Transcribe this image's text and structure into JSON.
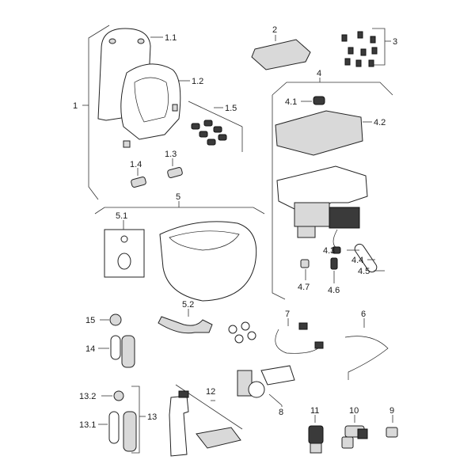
{
  "labels": {
    "l1": "1",
    "l1_1": "1.1",
    "l1_2": "1.2",
    "l1_3": "1.3",
    "l1_4": "1.4",
    "l1_5": "1.5",
    "l2": "2",
    "l3": "3",
    "l4": "4",
    "l4_1": "4.1",
    "l4_2": "4.2",
    "l4_3": "4.3",
    "l4_4": "4.4",
    "l4_5": "4.5",
    "l4_6": "4.6",
    "l4_7": "4.7",
    "l5": "5",
    "l5_1": "5.1",
    "l5_2": "5.2",
    "l6": "6",
    "l7": "7",
    "l8": "8",
    "l9": "9",
    "l10": "10",
    "l11": "11",
    "l12": "12",
    "l13": "13",
    "l13_1": "13.1",
    "l13_2": "13.2",
    "l14": "14",
    "l15": "15"
  }
}
